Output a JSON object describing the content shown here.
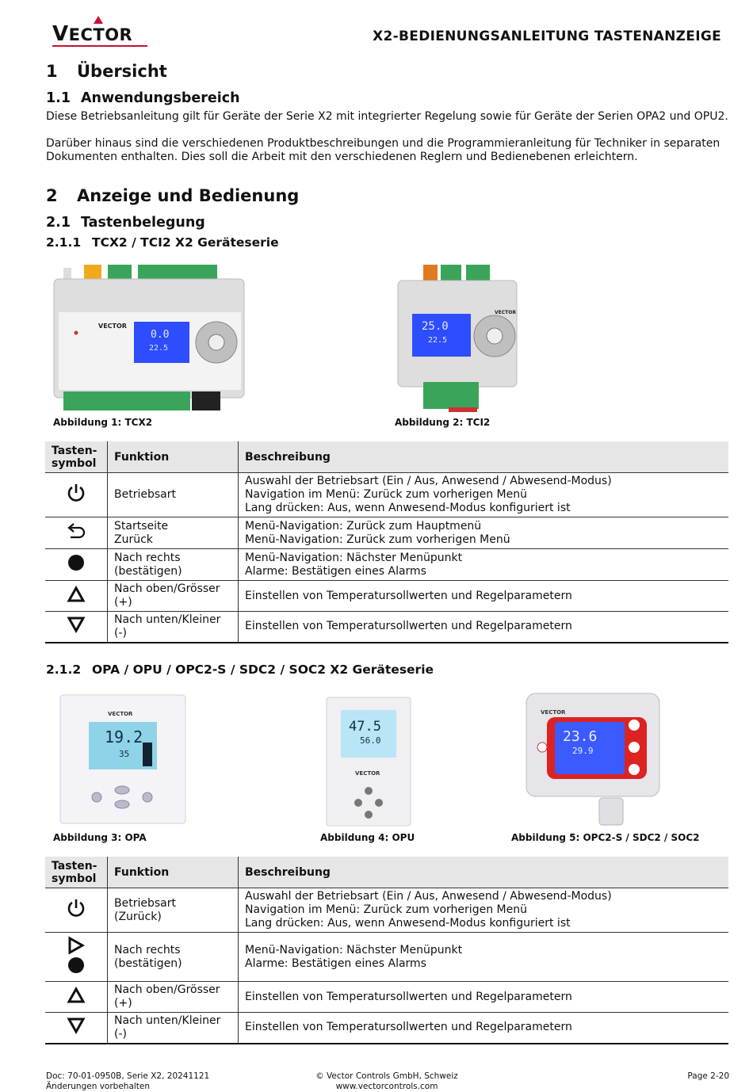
{
  "header": {
    "logo_first": "V",
    "logo_rest": "ECTOR",
    "doc_title": "X2-BEDIENUNGSANLEITUNG TASTENANZEIGE"
  },
  "section1": {
    "number": "1",
    "title": "Übersicht",
    "sub_number": "1.1",
    "sub_title": "Anwendungsbereich",
    "para1": "Diese Betriebsanleitung gilt für Geräte der Serie X2 mit integrierter Regelung sowie für Geräte der Serien OPA2 und OPU2.",
    "para2": "Darüber hinaus sind die verschiedenen Produktbeschreibungen und die Programmieranleitung für Techniker in separaten Dokumenten enthalten. Dies soll die Arbeit mit den verschiedenen Reglern und Bedienebenen erleichtern."
  },
  "section2": {
    "number": "2",
    "title": "Anzeige und Bedienung",
    "sub_number": "2.1",
    "sub_title": "Tastenbelegung",
    "s211_number": "2.1.1",
    "s211_title": "TCX2 / TCI2 X2 Geräteserie",
    "s212_number": "2.1.2",
    "s212_title": "OPA / OPU / OPC2-S / SDC2 / SOC2 X2 Geräteserie"
  },
  "figures": {
    "fig1": {
      "caption": "Abbildung 1: TCX2",
      "display_top": "0.0",
      "display_bottom": "22.5",
      "brand": "VECTOR"
    },
    "fig2": {
      "caption": "Abbildung 2: TCI2",
      "display_top": "25.0",
      "display_bottom": "22.5",
      "brand": "VECTOR"
    },
    "fig3": {
      "caption": "Abbildung 3: OPA",
      "display_top": "19.2",
      "display_bottom": "35",
      "brand": "VECTOR"
    },
    "fig4": {
      "caption": "Abbildung 4: OPU",
      "display_top": "47.5",
      "display_bottom": "56.0",
      "brand": "VECTOR"
    },
    "fig5": {
      "caption": "Abbildung 5: OPC2-S / SDC2 / SOC2",
      "display_top": "23.6",
      "display_bottom": "29.9",
      "brand": "VECTOR"
    }
  },
  "table1": {
    "headers": {
      "symbol": "Tasten-symbol",
      "function": "Funktion",
      "description": "Beschreibung"
    },
    "rows": [
      {
        "icon": "power-icon",
        "function": [
          "Betriebsart"
        ],
        "description": [
          "Auswahl der Betriebsart (Ein / Aus, Anwesend / Abwesend-Modus)",
          "Navigation im Menü: Zurück zum vorherigen Menü",
          "Lang drücken: Aus, wenn Anwesend-Modus konfiguriert ist"
        ]
      },
      {
        "icon": "back-arrow-icon",
        "function": [
          "Startseite",
          "Zurück"
        ],
        "description": [
          "Menü-Navigation: Zurück zum Hauptmenü",
          "Menü-Navigation: Zurück zum vorherigen Menü"
        ]
      },
      {
        "icon": "filled-circle-icon",
        "function": [
          "Nach rechts",
          "(bestätigen)"
        ],
        "description": [
          "Menü-Navigation: Nächster Menüpunkt",
          "Alarme: Bestätigen eines Alarms"
        ]
      },
      {
        "icon": "triangle-up-icon",
        "function": [
          "Nach oben/Grösser",
          "(+)"
        ],
        "description": [
          "Einstellen von Temperatursollwerten und Regelparametern"
        ]
      },
      {
        "icon": "triangle-down-icon",
        "function": [
          "Nach unten/Kleiner",
          "(-)"
        ],
        "description": [
          "Einstellen von Temperatursollwerten und Regelparametern"
        ]
      }
    ]
  },
  "table2": {
    "headers": {
      "symbol": "Tasten-symbol",
      "function": "Funktion",
      "description": "Beschreibung"
    },
    "rows": [
      {
        "icon": "power-icon",
        "function": [
          "Betriebsart",
          "(Zurück)"
        ],
        "description": [
          "Auswahl der Betriebsart (Ein / Aus, Anwesend / Abwesend-Modus)",
          "Navigation im Menü: Zurück zum vorherigen Menü",
          "Lang drücken: Aus, wenn Anwesend-Modus konfiguriert ist"
        ]
      },
      {
        "icon": "triangle-right-and-circle-icon",
        "function": [
          "Nach rechts",
          "(bestätigen)"
        ],
        "description": [
          "Menü-Navigation: Nächster Menüpunkt",
          "Alarme: Bestätigen eines Alarms"
        ]
      },
      {
        "icon": "triangle-up-icon",
        "function": [
          "Nach oben/Grösser",
          "(+)"
        ],
        "description": [
          "Einstellen von Temperatursollwerten und Regelparametern"
        ]
      },
      {
        "icon": "triangle-down-icon",
        "function": [
          "Nach unten/Kleiner",
          "(-)"
        ],
        "description": [
          "Einstellen von Temperatursollwerten und Regelparametern"
        ]
      }
    ]
  },
  "footer": {
    "doc_line1": "Doc: 70-01-0950B, Serie X2, 20241121",
    "doc_line2": "Änderungen vorbehalten",
    "company_line1": "© Vector Controls GmbH, Schweiz",
    "company_line2": "www.vectorcontrols.com",
    "page": "Page 2-20"
  }
}
